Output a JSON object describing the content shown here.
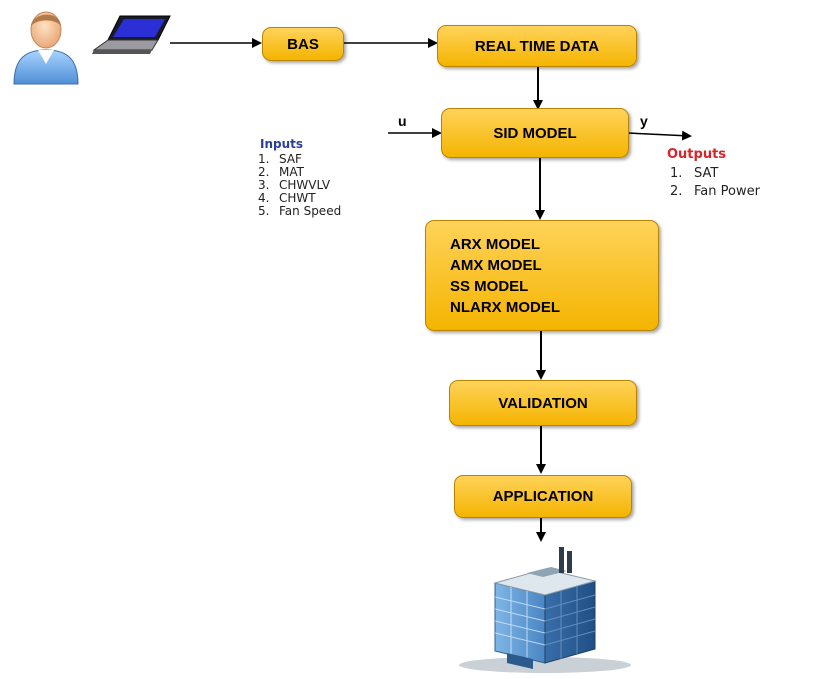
{
  "flow": {
    "bas": "BAS",
    "real_time_data": "REAL TIME DATA",
    "sid_model": "SID MODEL",
    "input_symbol": "u",
    "output_symbol": "y",
    "models": [
      "ARX MODEL",
      "AMX MODEL",
      "SS MODEL",
      "NLARX MODEL"
    ],
    "validation": "VALIDATION",
    "application": "APPLICATION"
  },
  "inputs": {
    "title": "Inputs",
    "items": [
      {
        "num": "1.",
        "label": "SAF"
      },
      {
        "num": "2.",
        "label": "MAT"
      },
      {
        "num": "3.",
        "label": "CHWVLV"
      },
      {
        "num": "4.",
        "label": "CHWT"
      },
      {
        "num": "5.",
        "label": "Fan Speed"
      }
    ]
  },
  "outputs": {
    "title": "Outputs",
    "items": [
      {
        "num": "1.",
        "label": "SAT"
      },
      {
        "num": "2.",
        "label": "Fan Power"
      }
    ]
  },
  "icons": [
    "user-icon",
    "laptop-icon",
    "building-icon"
  ],
  "colors": {
    "box_fill": "#f4b400",
    "inputs_title": "#2a3f9a",
    "outputs_title": "#d9242a"
  }
}
